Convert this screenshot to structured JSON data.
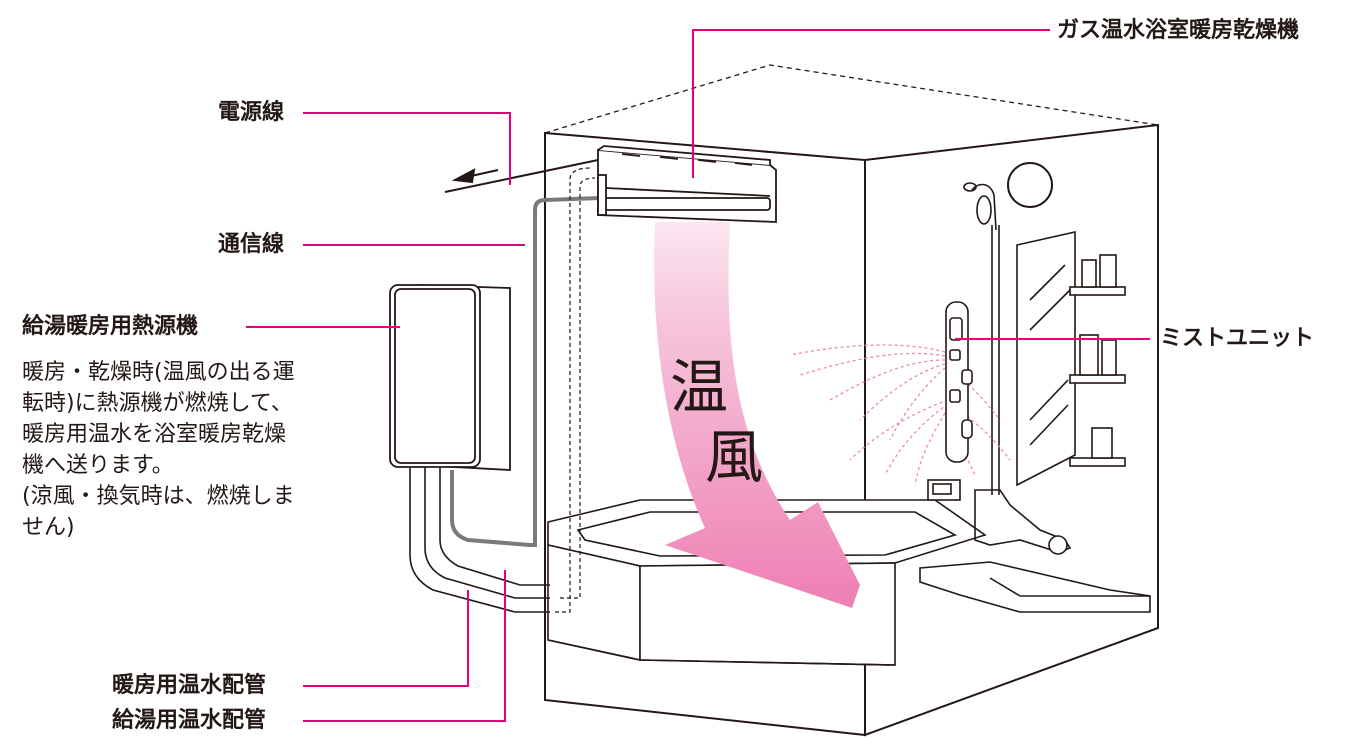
{
  "labels": {
    "gas_dryer": "ガス温水浴室暖房乾燥機",
    "power_line": "電源線",
    "comm_line": "通信線",
    "heat_source": "給湯暖房用熱源機",
    "mist_unit": "ミストユニット",
    "heating_pipe": "暖房用温水配管",
    "hot_water_pipe": "給湯用温水配管"
  },
  "description": [
    "暖房・乾燥時(温風の出る運",
    "転時)に熱源機が燃焼して、",
    "暖房用温水を浴室暖房乾燥",
    "機へ送ります。",
    "(涼風・換気時は、燃焼しま",
    "せん)"
  ],
  "airflow_text": [
    "温",
    "風"
  ],
  "colors": {
    "leader_line": "#e4007f",
    "airflow_top": "#f6d5e6",
    "airflow_bottom": "#ef82b5",
    "line_art": "#231815",
    "pipe": "#595757"
  }
}
